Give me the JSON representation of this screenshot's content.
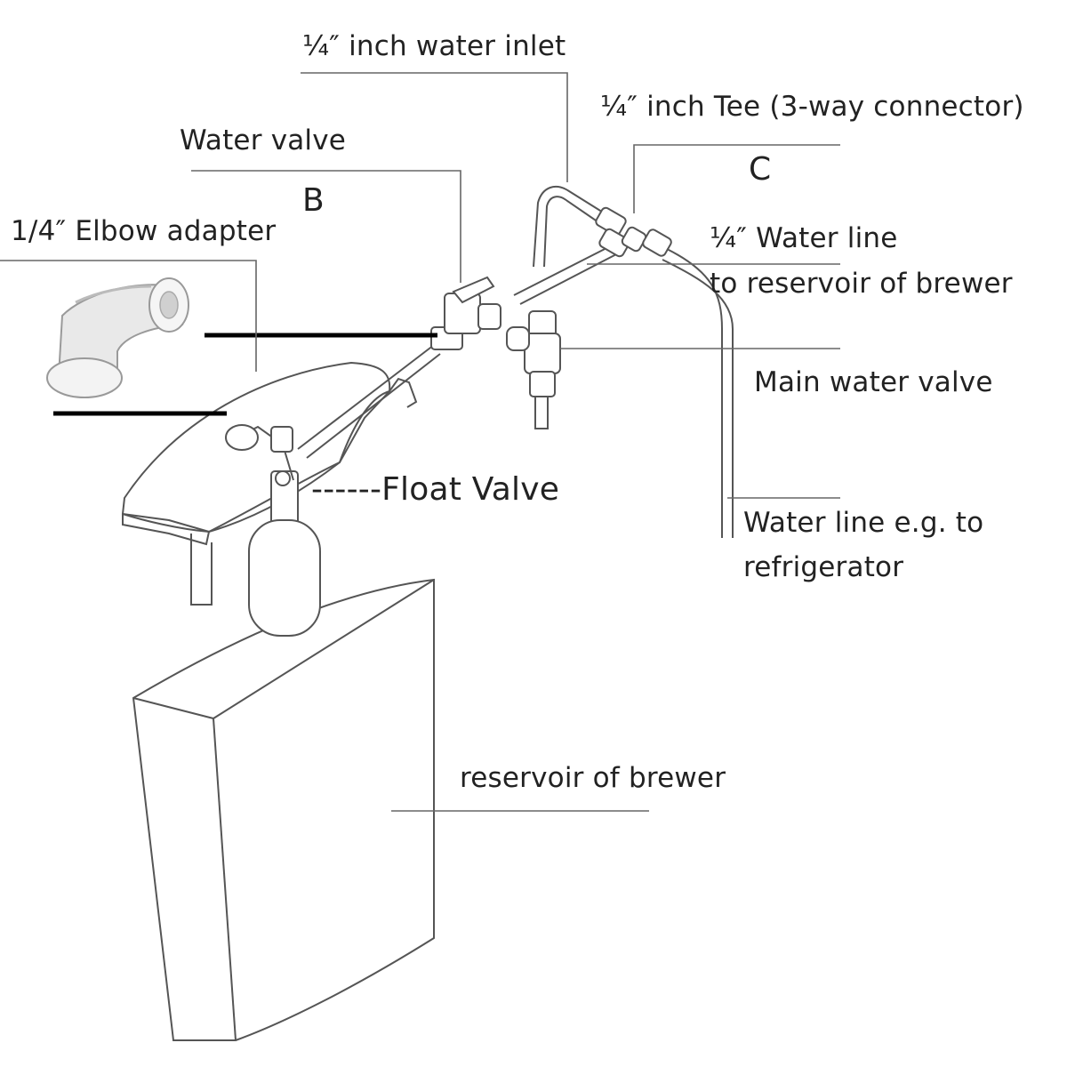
{
  "labels": {
    "water_inlet": "¼″ inch water inlet",
    "tee": "¼″ inch Tee (3-way connector)",
    "water_valve": "Water valve",
    "letter_b": "B",
    "letter_c": "C",
    "elbow": "1/4″  Elbow adapter",
    "water_line_reservoir_1": "¼″ Water line",
    "water_line_reservoir_2": "to reservoir of brewer",
    "main_valve": "Main water valve",
    "float_valve": "------Float Valve",
    "fridge_line_1": "Water line e.g. to",
    "fridge_line_2": "refrigerator",
    "reservoir": "reservoir of brewer"
  },
  "icons": [
    "elbow-adapter-icon",
    "tee-connector-icon",
    "water-valve-icon",
    "main-valve-icon",
    "float-valve-icon"
  ]
}
